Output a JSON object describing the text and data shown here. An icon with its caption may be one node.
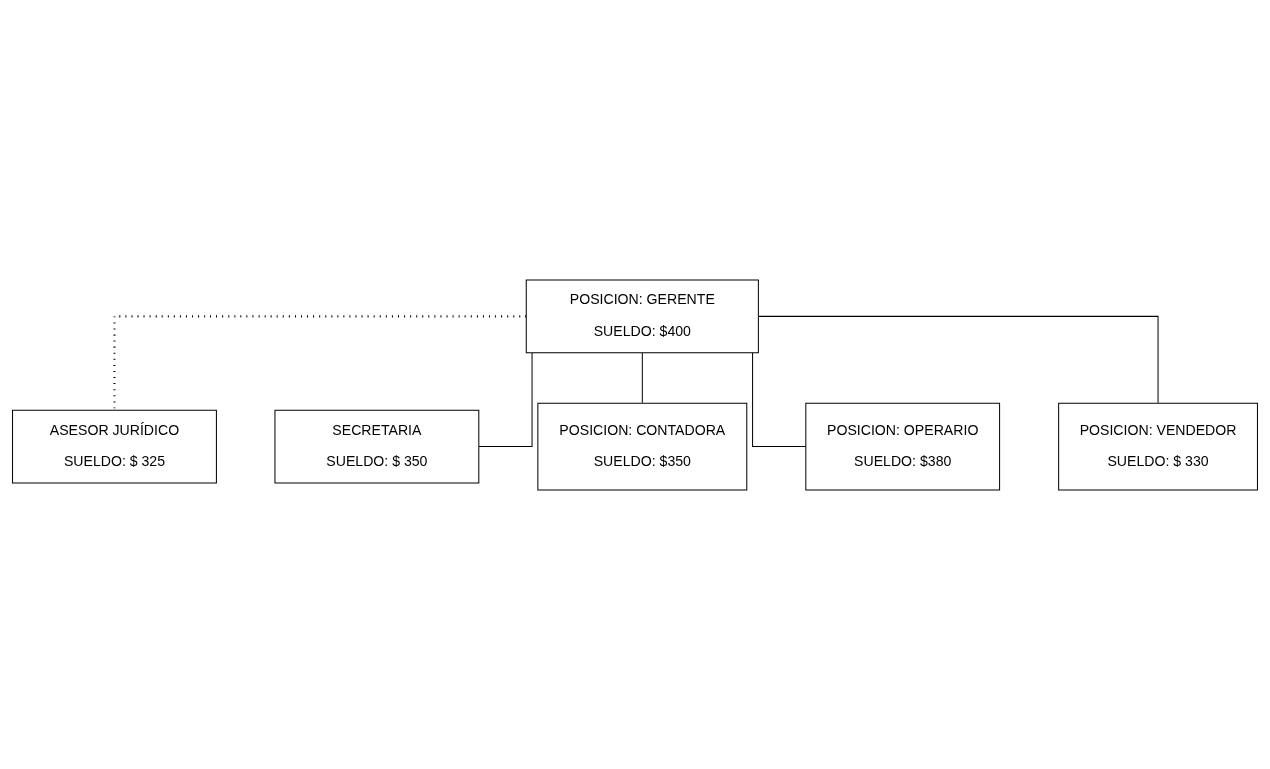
{
  "diagram": {
    "nodes": [
      {
        "text": [
          "POSICION: GERENTE",
          "SUELDO: $400"
        ]
      },
      {
        "text": [
          "ASESOR JURÍDICO",
          "SUELDO: $ 325"
        ]
      },
      {
        "text": [
          "SECRETARIA",
          "SUELDO: $ 350"
        ]
      },
      {
        "text": [
          "POSICION: CONTADORA",
          "SUELDO: $350"
        ]
      },
      {
        "text": [
          "POSICION: OPERARIO",
          "SUELDO: $380"
        ]
      },
      {
        "text": [
          "POSICION: VENDEDOR",
          "SUELDO: $ 330"
        ]
      }
    ],
    "edges": [
      {
        "from": 0,
        "to": 2,
        "arrow": "none"
      },
      {
        "from": 0,
        "to": 1,
        "arrow": "none",
        "style": "dashed"
      },
      {
        "from": 0,
        "to": 3,
        "arrow": "none"
      },
      {
        "from": 0,
        "to": 4,
        "arrow": "none"
      },
      {
        "from": 0,
        "to": 5,
        "arrow": "none"
      }
    ]
  }
}
